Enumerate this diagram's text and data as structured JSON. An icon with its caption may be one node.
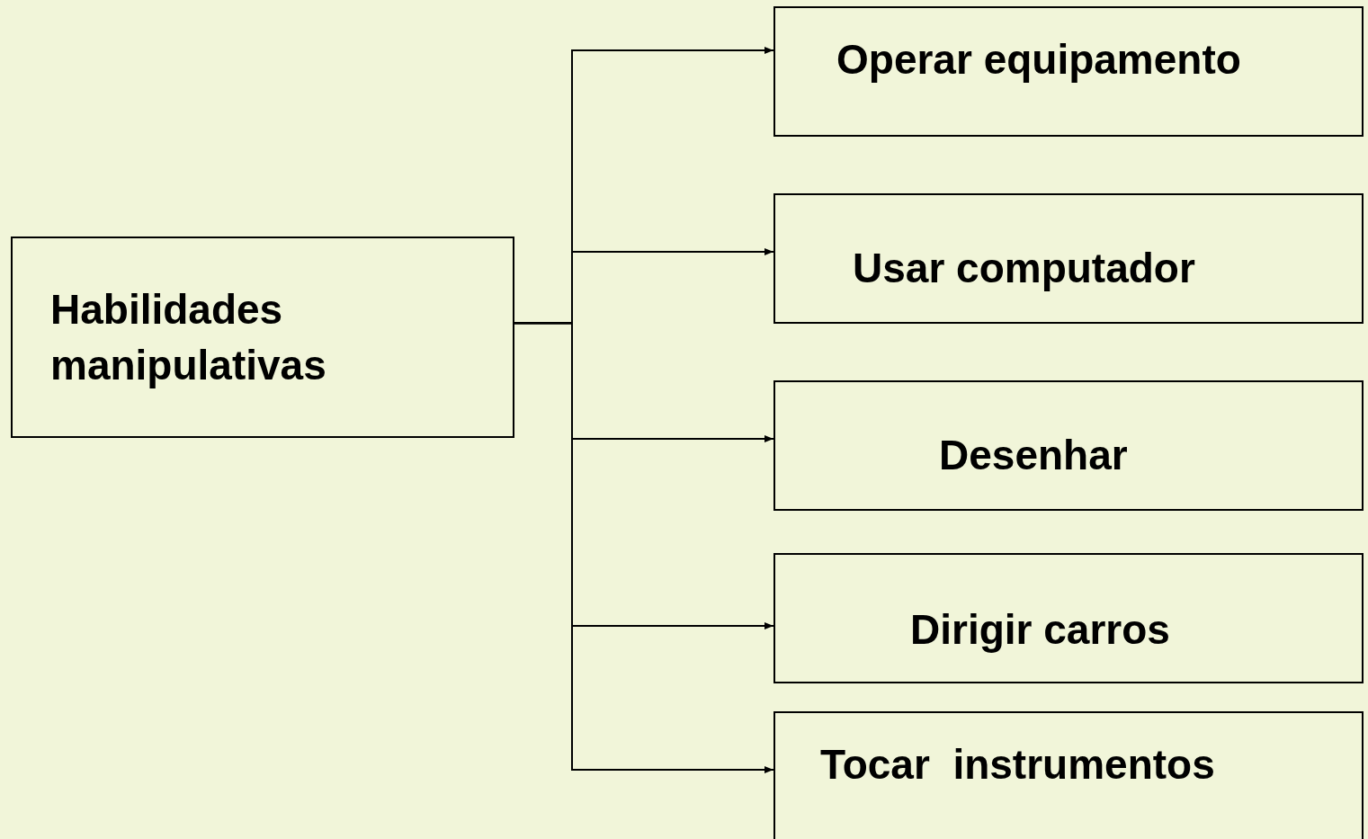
{
  "diagram": {
    "nodes": [
      {
        "text": [
          "Habilidades manipulativas"
        ]
      },
      {
        "text": [
          "Operar equipamento"
        ]
      },
      {
        "text": [
          "Usar computador"
        ]
      },
      {
        "text": [
          "Desenhar"
        ]
      },
      {
        "text": [
          "Dirigir carros"
        ]
      },
      {
        "text": [
          "Tocar  instrumentos"
        ]
      }
    ],
    "edges": [
      {
        "from": 0,
        "to": 1,
        "arrow": "to"
      },
      {
        "from": 0,
        "to": 2,
        "arrow": "to"
      },
      {
        "from": 0,
        "to": 3,
        "arrow": "to"
      },
      {
        "from": 0,
        "to": 4,
        "arrow": "to"
      },
      {
        "from": 0,
        "to": 5,
        "arrow": "to"
      }
    ]
  }
}
